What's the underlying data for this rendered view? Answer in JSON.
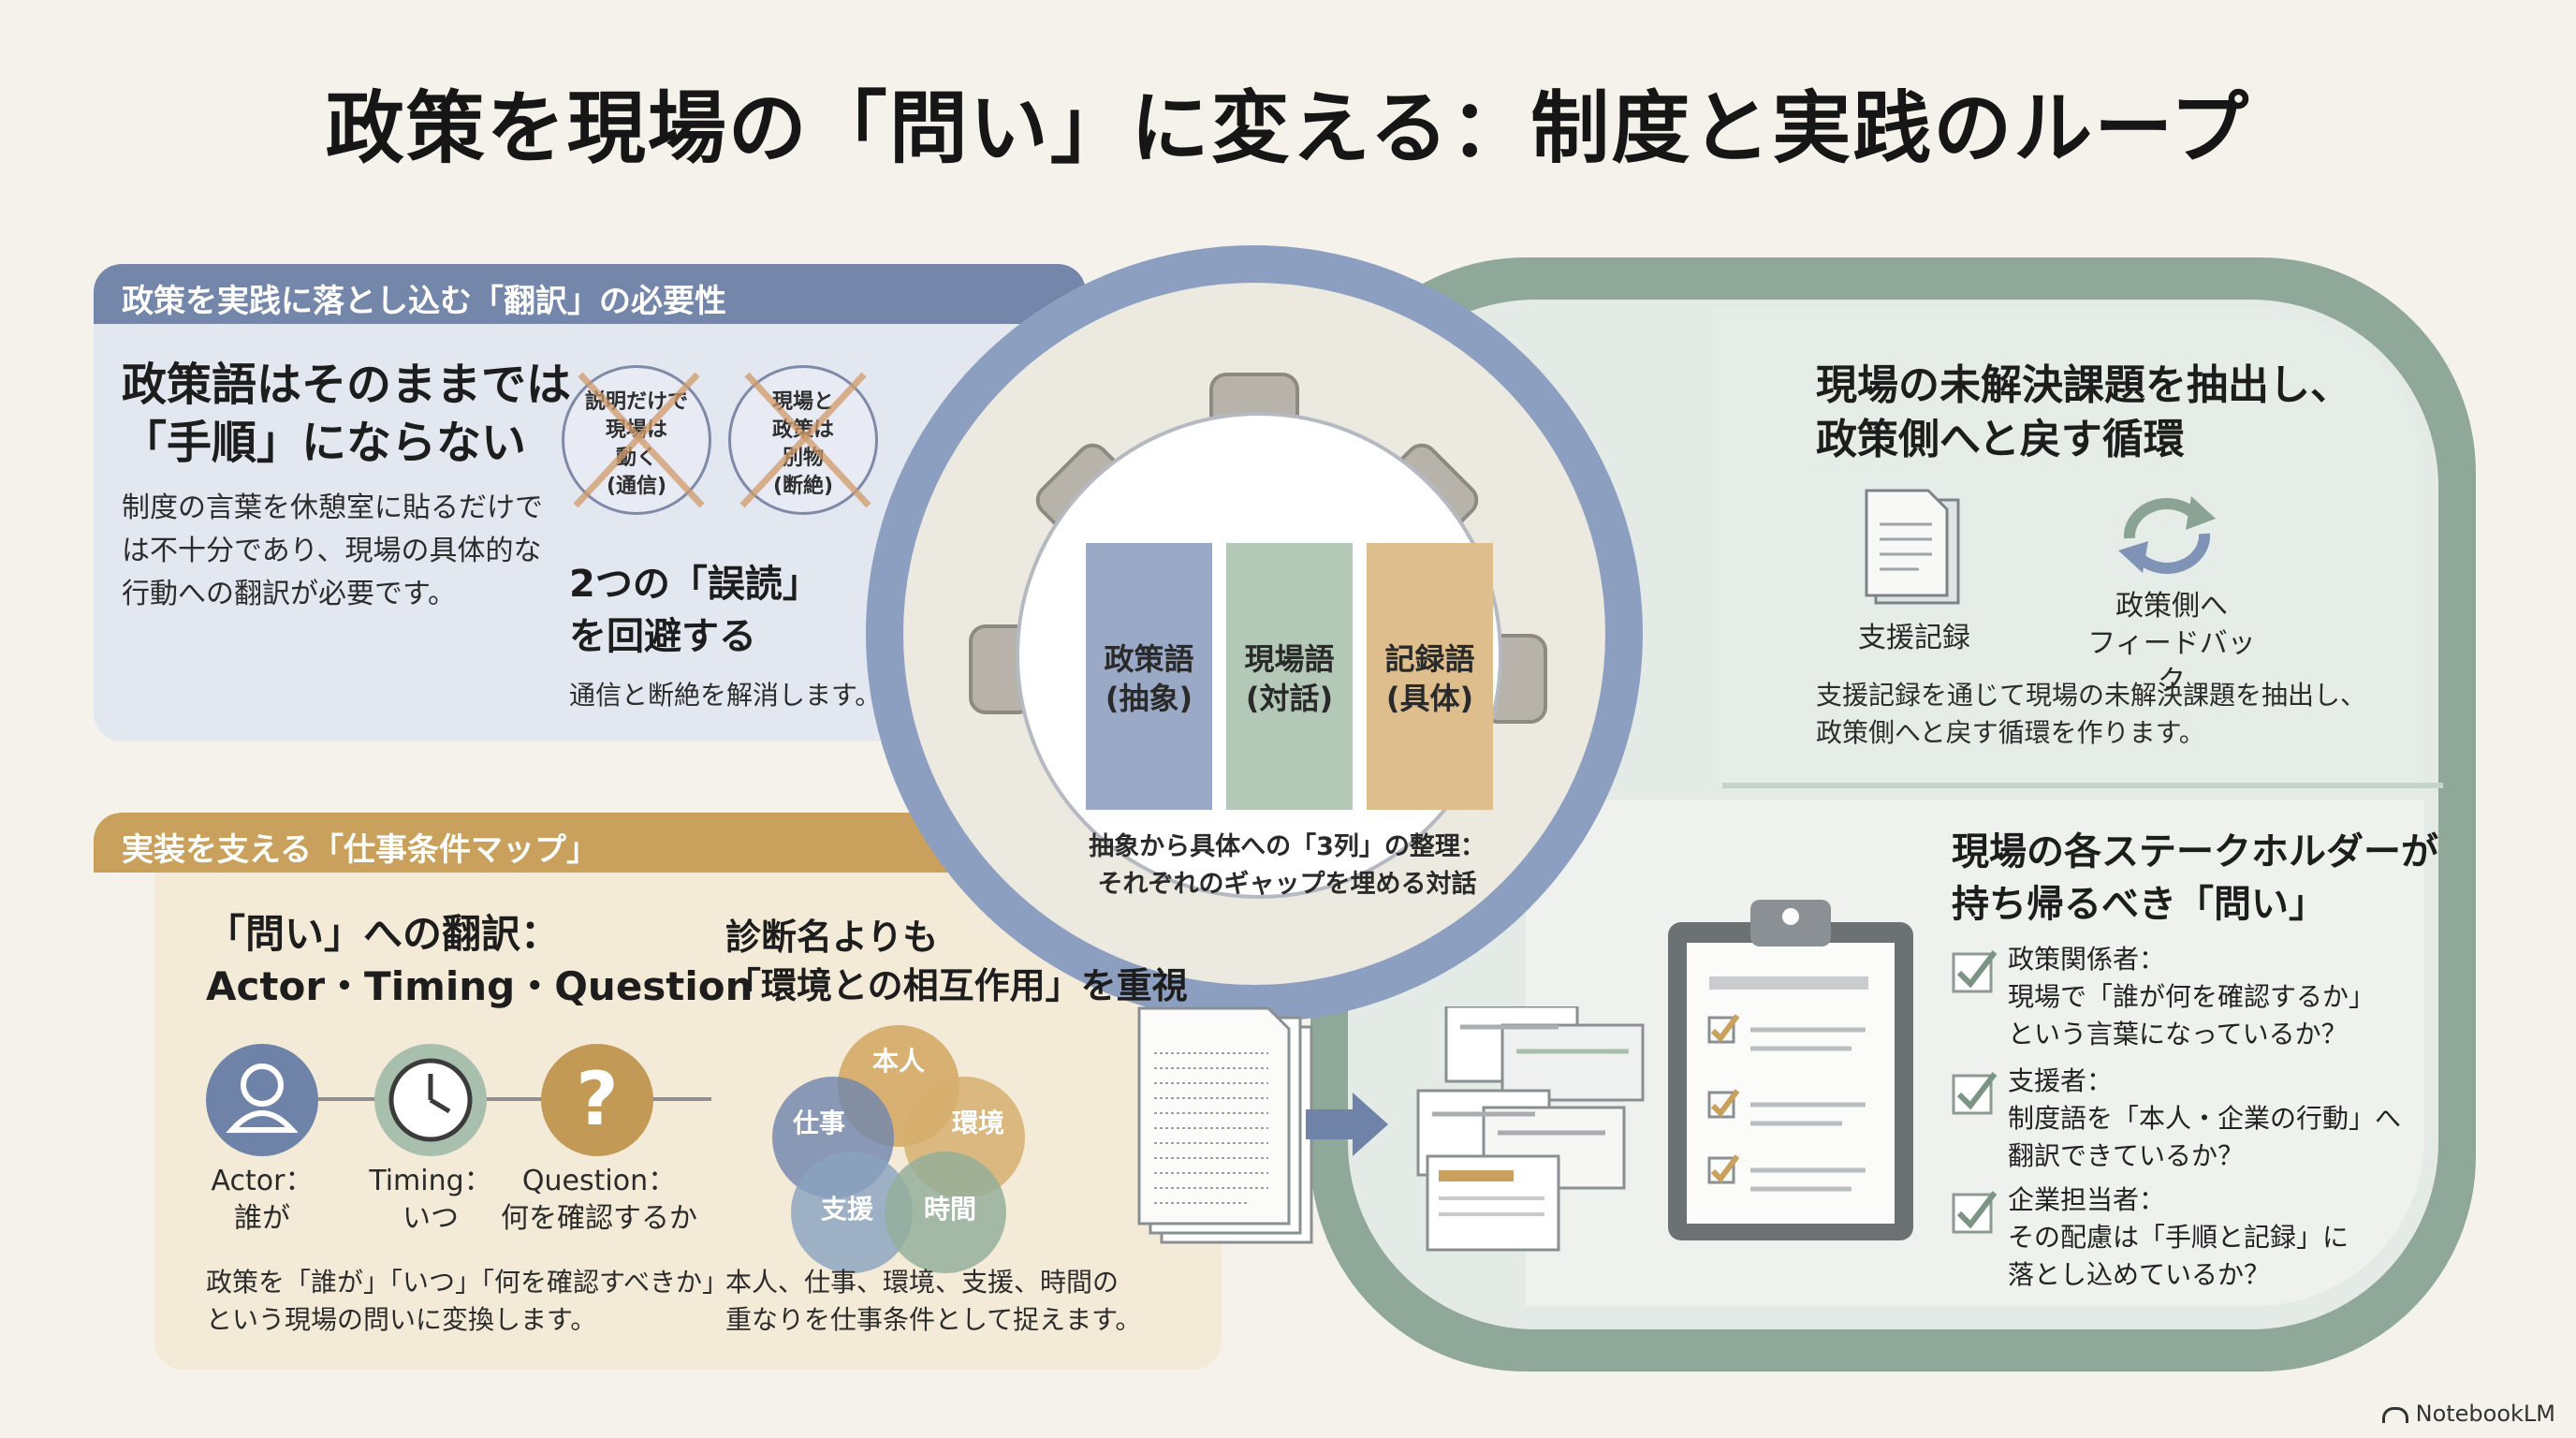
{
  "title": "政策を現場の「問い」に変える：制度と実践のループ",
  "left_top": {
    "header": "政策を実践に落とし込む「翻訳」の必要性",
    "heading_lines": [
      "政策語はそのままでは",
      "「手順」にならない"
    ],
    "body_lines": [
      "制度の言葉を休憩室に貼るだけで",
      "は不十分であり、現場の具体的な",
      "行動への翻訳が必要です。"
    ],
    "misreadings": [
      {
        "lines": [
          "説明だけで",
          "現場は",
          "動く",
          "(通信)"
        ]
      },
      {
        "lines": [
          "現場と",
          "政策は",
          "別物",
          "(断絶)"
        ]
      }
    ],
    "avoid_lines": [
      "2つの「誤読」",
      "を回避する"
    ],
    "avoid_body": "通信と断絶を解消します。"
  },
  "center": {
    "columns": [
      {
        "label": "政策語",
        "sub": "(抽象)",
        "color": "#8fa0c2"
      },
      {
        "label": "現場語",
        "sub": "(対話)",
        "color": "#a9bfae"
      },
      {
        "label": "記録語",
        "sub": "(具体)",
        "color": "#d8b681"
      }
    ],
    "caption_lines": [
      "抽象から具体への「3列」の整理：",
      "それぞれのギャップを埋める対話"
    ]
  },
  "right_top": {
    "heading_lines": [
      "現場の未解決課題を抽出し、",
      "政策側へと戻す循環"
    ],
    "icon1_label": "支援記録",
    "icon2_label_lines": [
      "政策側へ",
      "フィードバック"
    ],
    "icon1": "document-icon",
    "icon2": "feedback-cycle-icon",
    "body_lines": [
      "支援記録を通じて現場の未解決課題を抽出し、",
      "政策側へと戻す循環を作ります。"
    ]
  },
  "left_bottom": {
    "header": "実装を支える「仕事条件マップ」",
    "heading_lines": [
      "「問い」への翻訳：",
      "Actor・Timing・Question"
    ],
    "icons": [
      {
        "name": "person-icon",
        "label_lines": [
          "Actor：",
          "誰が"
        ],
        "color": "#6f82a8"
      },
      {
        "name": "clock-icon",
        "label_lines": [
          "Timing：",
          "いつ"
        ],
        "color": "#a9bfae"
      },
      {
        "name": "question-icon",
        "label_lines": [
          "Question：",
          "何を確認するか"
        ],
        "color": "#c39a55"
      }
    ],
    "body_lines": [
      "政策を「誰が」「いつ」「何を確認すべきか」",
      "という現場の問いに変換します。"
    ],
    "diag_heading_lines": [
      "診断名よりも",
      "「環境との相互作用」を重視"
    ],
    "venn": [
      {
        "label": "本人",
        "color": "#d1a35c"
      },
      {
        "label": "仕事",
        "color": "#7186ad"
      },
      {
        "label": "環境",
        "color": "#d1a35c"
      },
      {
        "label": "支援",
        "color": "#8aa3c0"
      },
      {
        "label": "時間",
        "color": "#93ae9a"
      }
    ],
    "diag_body_lines": [
      "本人、仕事、環境、支援、時間の",
      "重なりを仕事条件として捉えます。"
    ]
  },
  "right_bottom": {
    "heading_lines": [
      "現場の各ステークホルダーが",
      "持ち帰るべき「問い」"
    ],
    "items": [
      {
        "role": "政策関係者：",
        "lines": [
          "現場で「誰が何を確認するか」",
          "という言葉になっているか？"
        ]
      },
      {
        "role": "支援者：",
        "lines": [
          "制度語を「本人・企業の行動」へ",
          "翻訳できているか？"
        ]
      },
      {
        "role": "企業担当者：",
        "lines": [
          "その配慮は「手順と記録」に",
          "落とし込めているか？"
        ]
      }
    ]
  },
  "footer": "NotebookLM",
  "colors": {
    "blue": "#7487ab",
    "gold": "#c9a15c",
    "green": "#8fa89a"
  }
}
